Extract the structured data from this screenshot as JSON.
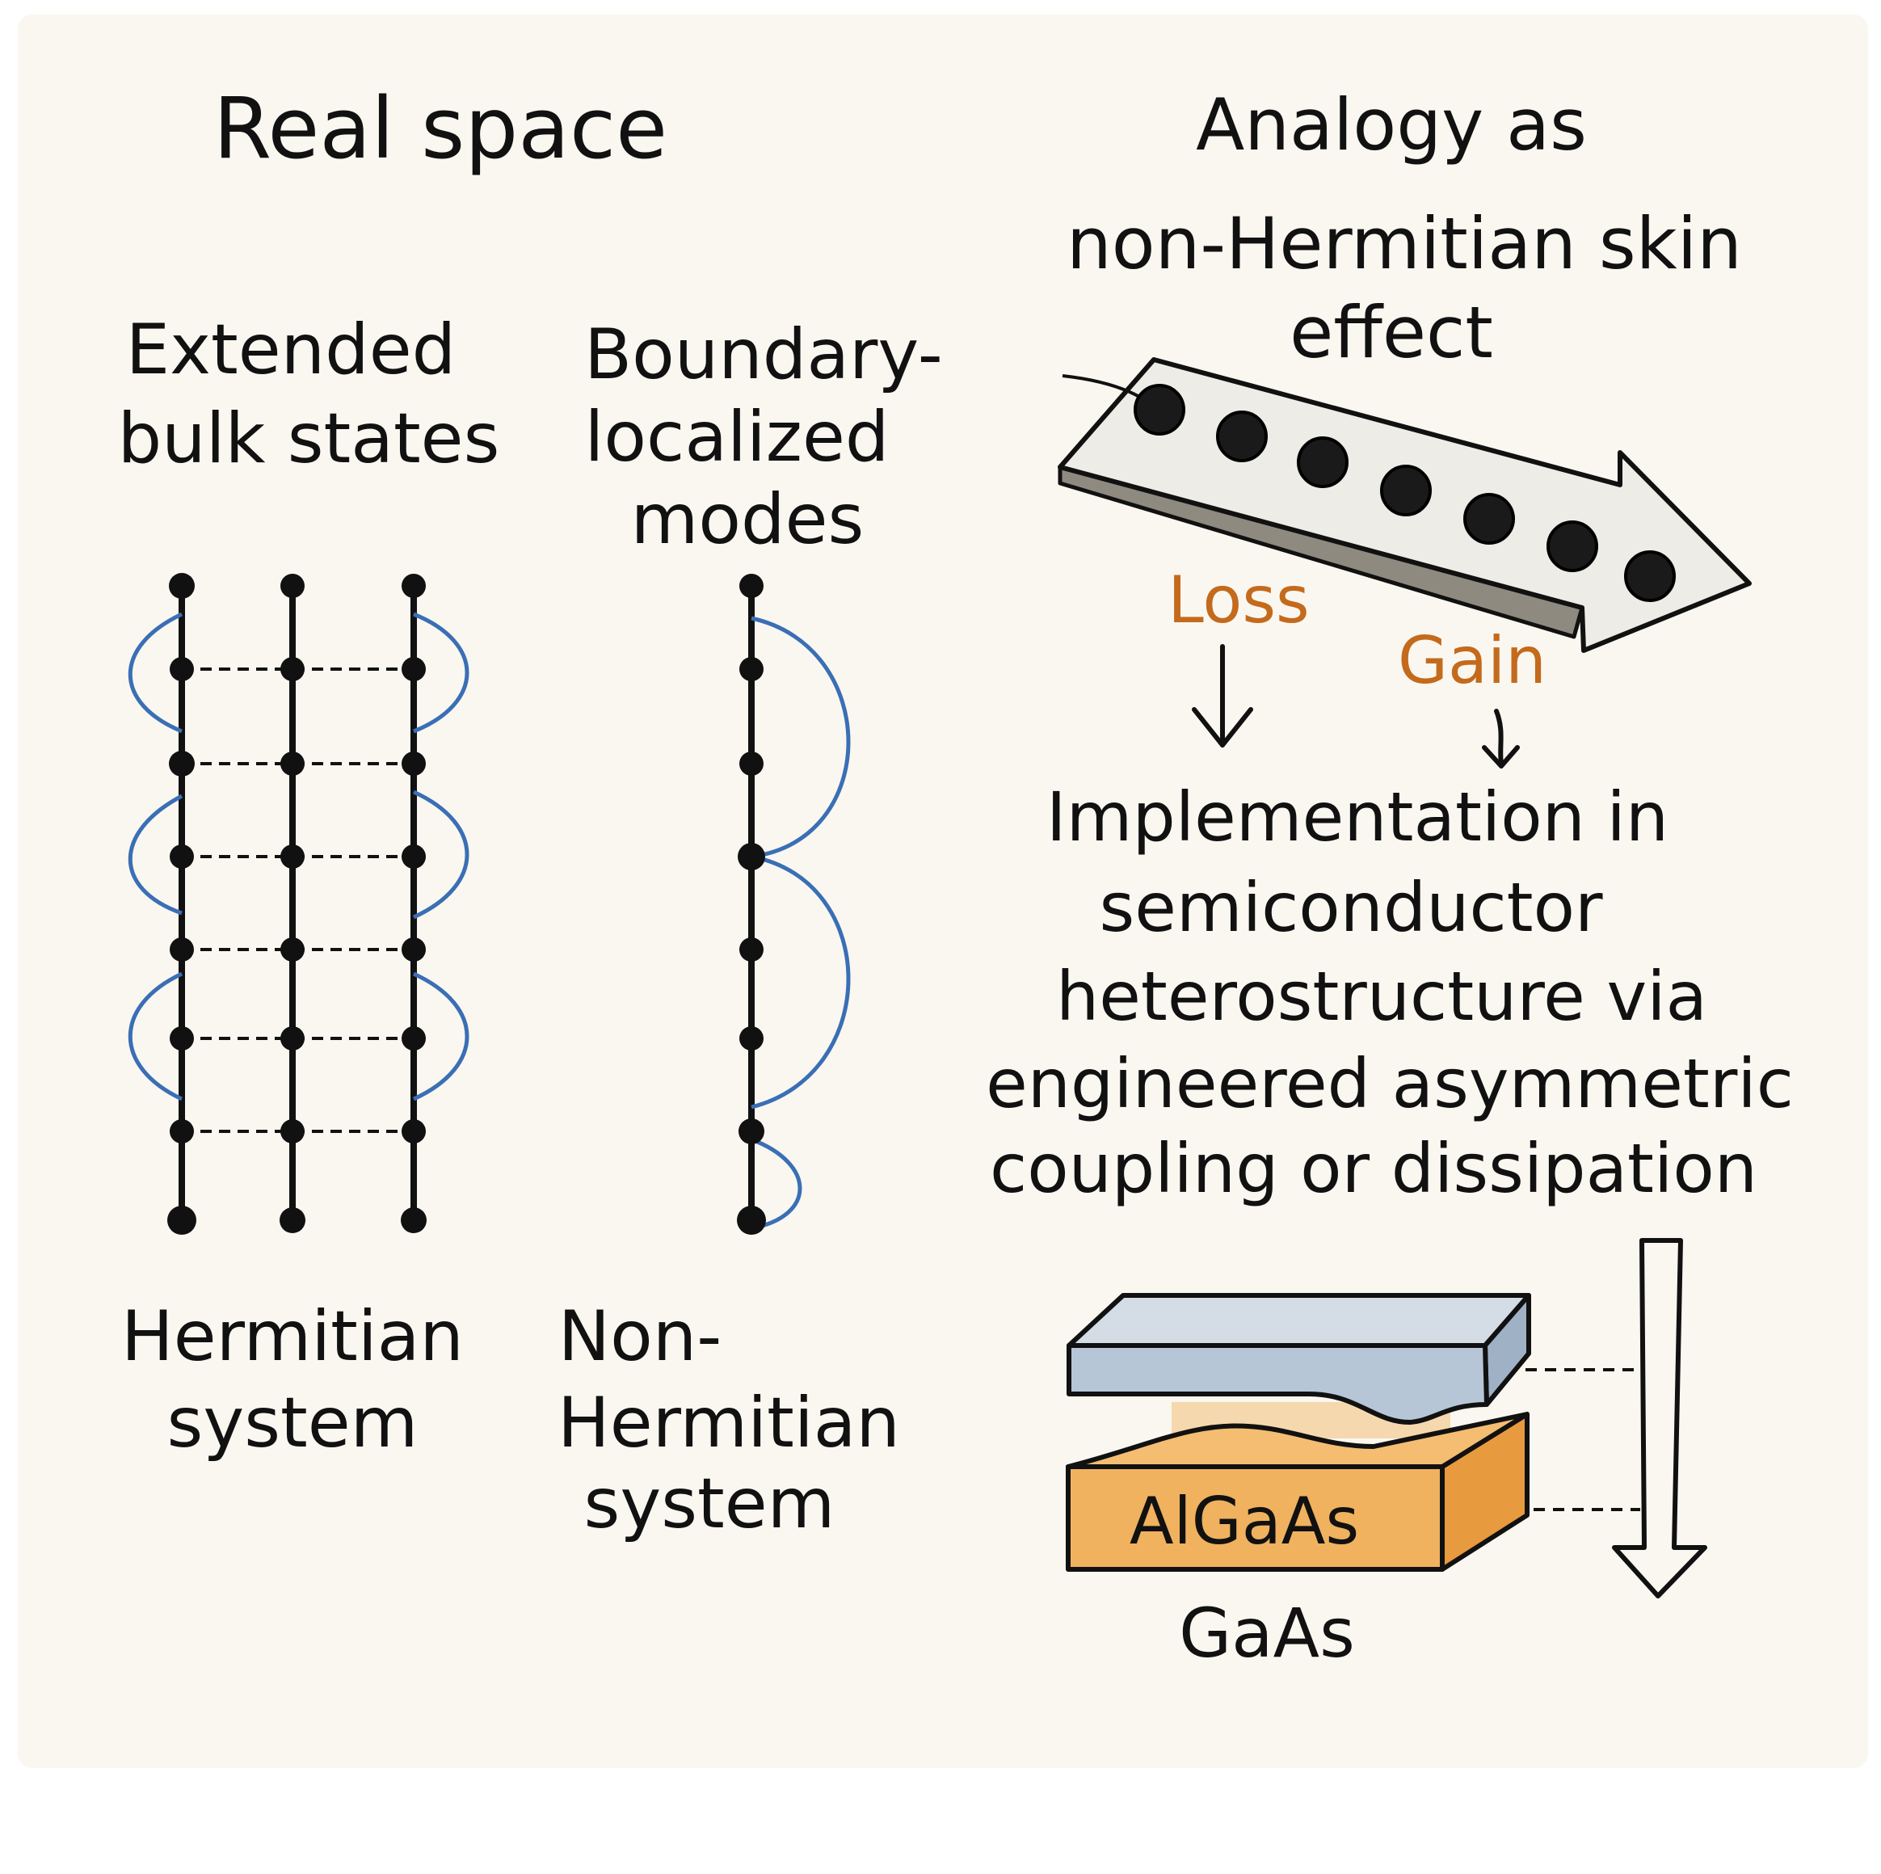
{
  "headings": {
    "real_space": "Real space",
    "analogy": [
      "Analogy as",
      "non-Hermitian skin",
      "effect"
    ]
  },
  "columns": {
    "extended": [
      "Extended",
      "bulk states"
    ],
    "boundary": [
      "Boundary-",
      "localized",
      "modes"
    ]
  },
  "systems": {
    "hermitian": [
      "Hermitian",
      "system"
    ],
    "non_hermitian": [
      "Non-",
      "Hermitian",
      "system"
    ]
  },
  "skin_effect": {
    "loss_label": "Loss",
    "gain_label": "Gain",
    "accent_color": "#c46a1c"
  },
  "implementation": [
    "Implementation in",
    "semiconductor",
    "heterostructure via",
    "engineered asymmetric",
    "coupling or dissipation"
  ],
  "heterostructure": {
    "layer_label": "AlGaAs",
    "substrate_label": "GaAs",
    "top_layer_color": "#b7c6d6",
    "bottom_layer_color": "#f0b25e"
  },
  "colors": {
    "background": "#faf7f0",
    "ink": "#111111",
    "wave": "#3a6fb5"
  }
}
